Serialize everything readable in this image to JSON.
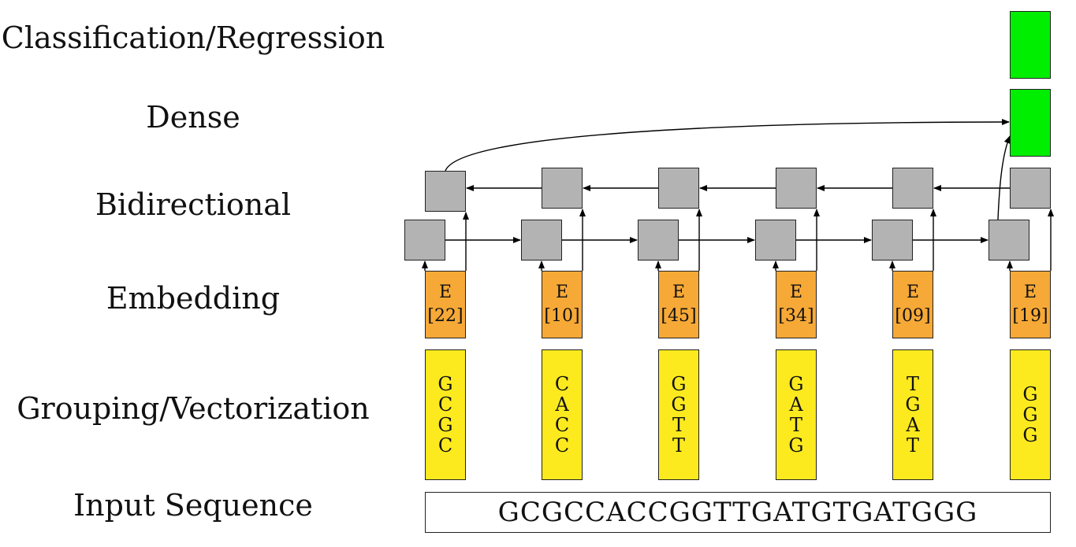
{
  "layer_labels": {
    "classification": "Classification/Regression",
    "dense": "Dense",
    "bidirectional": "Bidirectional",
    "embedding": "Embedding",
    "grouping": "Grouping/Vectorization",
    "input": "Input Sequence"
  },
  "input_sequence": "GCGCCACCGGTTGATGTGATGGG",
  "groups": [
    {
      "bases": [
        "G",
        "C",
        "G",
        "C"
      ],
      "embed_letter": "E",
      "embed_index": "[22]"
    },
    {
      "bases": [
        "C",
        "A",
        "C",
        "C"
      ],
      "embed_letter": "E",
      "embed_index": "[10]"
    },
    {
      "bases": [
        "G",
        "G",
        "T",
        "T"
      ],
      "embed_letter": "E",
      "embed_index": "[45]"
    },
    {
      "bases": [
        "G",
        "A",
        "T",
        "G"
      ],
      "embed_letter": "E",
      "embed_index": "[34]"
    },
    {
      "bases": [
        "T",
        "G",
        "A",
        "T"
      ],
      "embed_letter": "E",
      "embed_index": "[09]"
    },
    {
      "bases": [
        "G",
        "G",
        "G"
      ],
      "embed_letter": "E",
      "embed_index": "[19]"
    }
  ],
  "colors": {
    "group_box": "#fcea1f",
    "embedding_box": "#f7a937",
    "recurrent_cell": "#b3b3b3",
    "dense_box": "#00ee00",
    "output_box": "#00ee00"
  }
}
